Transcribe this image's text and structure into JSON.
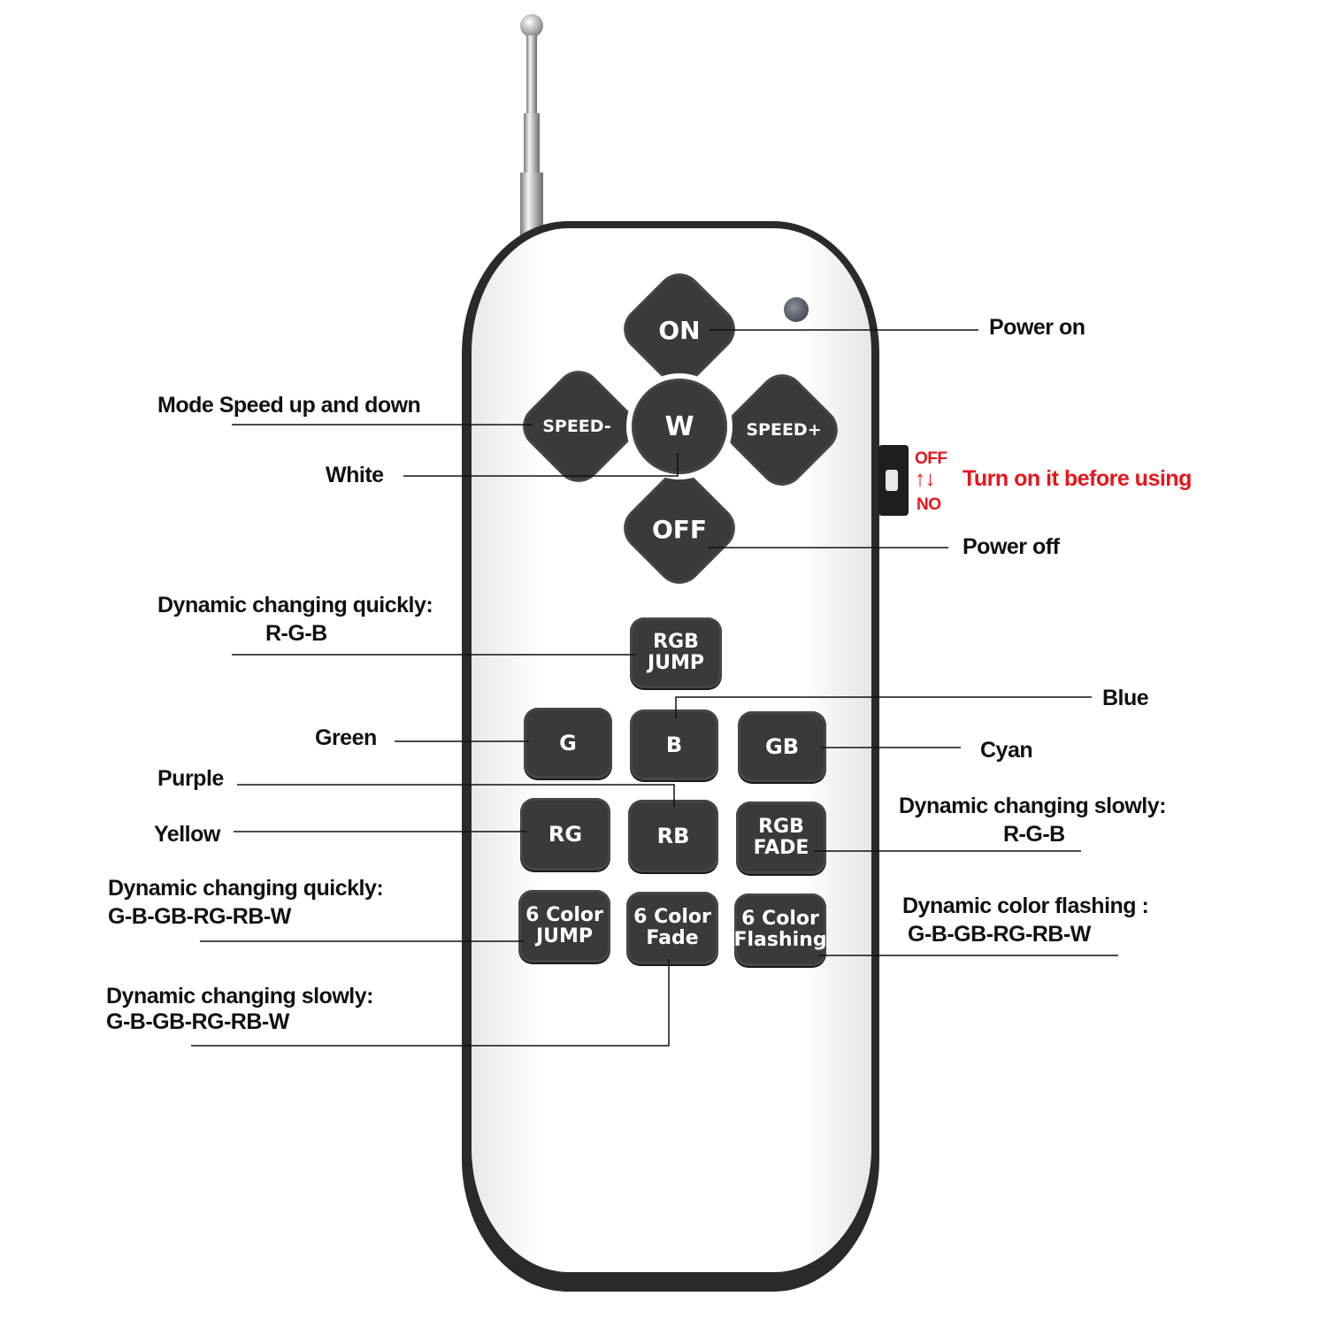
{
  "colors": {
    "accent": "#e8141b",
    "key": "#3a3a3a",
    "remote_edge": "#2a2a2a",
    "text": "#111111"
  },
  "buttons": {
    "on": "ON",
    "off": "OFF",
    "speed_minus": "SPEED-",
    "speed_plus": "SPEED+",
    "white": "W",
    "rgb_jump": "RGB\nJUMP",
    "g": "G",
    "b": "B",
    "gb": "GB",
    "rg": "RG",
    "rb": "RB",
    "rgb_fade": "RGB\nFADE",
    "six_color_jump": "6 Color\nJUMP",
    "six_color_fade": "6 Color\nFade",
    "six_color_flashing": "6 Color\nFlashing"
  },
  "switch": {
    "top": "OFF",
    "arrows": "↑↓",
    "bottom": "NO",
    "note": "Turn on it before using"
  },
  "annotations": {
    "power_on": "Power on",
    "mode_speed": "Mode Speed up and down",
    "white": "White",
    "power_off": "Power off",
    "rgb_jump_line1": "Dynamic changing quickly:",
    "rgb_jump_line2": "R-G-B",
    "blue": "Blue",
    "green": "Green",
    "cyan": "Cyan",
    "purple": "Purple",
    "yellow": "Yellow",
    "rgb_fade_line1": "Dynamic changing slowly:",
    "rgb_fade_line2": "R-G-B",
    "six_jump_line1": "Dynamic changing quickly:",
    "six_jump_line2": "G-B-GB-RG-RB-W",
    "six_flash_line1": "Dynamic color flashing :",
    "six_flash_line2": "G-B-GB-RG-RB-W",
    "six_fade_line1": "Dynamic changing slowly:",
    "six_fade_line2": "G-B-GB-RG-RB-W"
  }
}
